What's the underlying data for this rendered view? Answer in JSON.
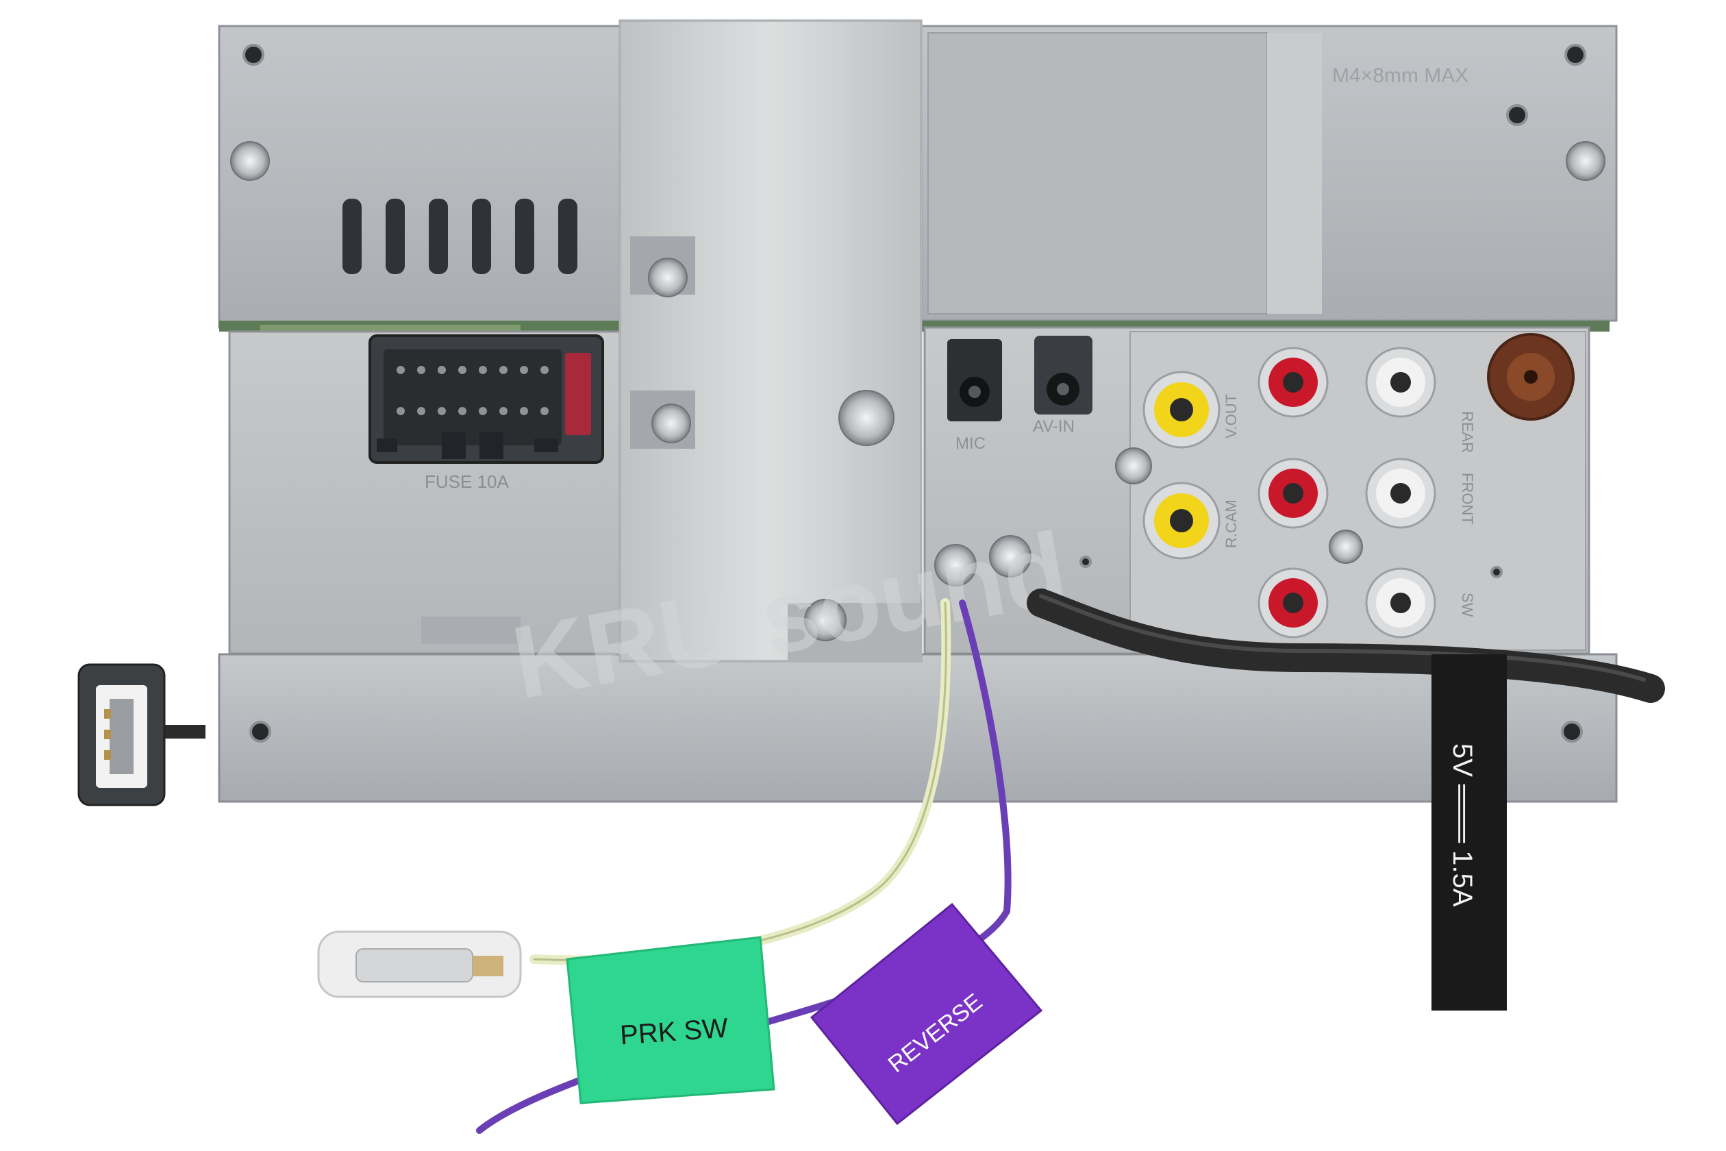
{
  "labels": {
    "prk_sw": "PRK SW",
    "reverse": "REVERSE",
    "power_rating": "5V ═══ 1.5A",
    "fuse": "FUSE 10A",
    "mic": "MIC",
    "av_in": "AV-IN",
    "v_out": "V.OUT",
    "r_cam": "R.CAM",
    "rear": "REAR",
    "front": "FRONT",
    "sw": "SW",
    "screw_spec": "M4×8mm MAX"
  },
  "watermark": "KRU sound",
  "colors": {
    "chassis": "#b9bcbf",
    "bracket": "#cfd1d3",
    "cable": "#2b2b2b",
    "prk_tag": "#2fd68f",
    "reverse_tag": "#7b33c7",
    "rca_red": "#c9182a",
    "rca_yellow": "#f2d41a",
    "rca_white": "#f2f2f2",
    "rca_brown": "#7a3f22"
  }
}
